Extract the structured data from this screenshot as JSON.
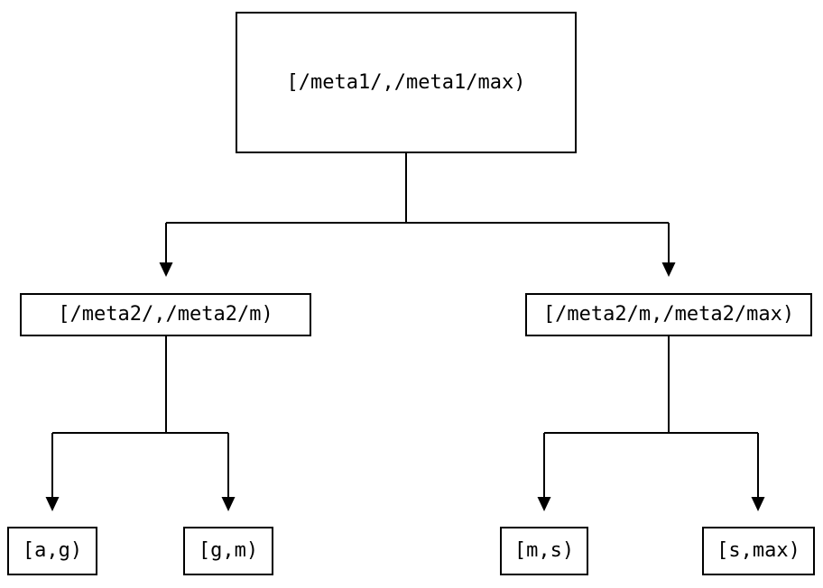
{
  "diagram": {
    "type": "tree",
    "background_color": "#ffffff",
    "line_color": "#000000",
    "text_color": "#000000",
    "tree": {
      "root": {
        "label": "[/meta1/,/meta1/max)",
        "children": [
          {
            "label": "[/meta2/,/meta2/m)",
            "children": [
              {
                "label": "[a,g)"
              },
              {
                "label": "[g,m)"
              }
            ]
          },
          {
            "label": "[/meta2/m,/meta2/max)",
            "children": [
              {
                "label": "[m,s)"
              },
              {
                "label": "[s,max)"
              }
            ]
          }
        ]
      }
    }
  }
}
